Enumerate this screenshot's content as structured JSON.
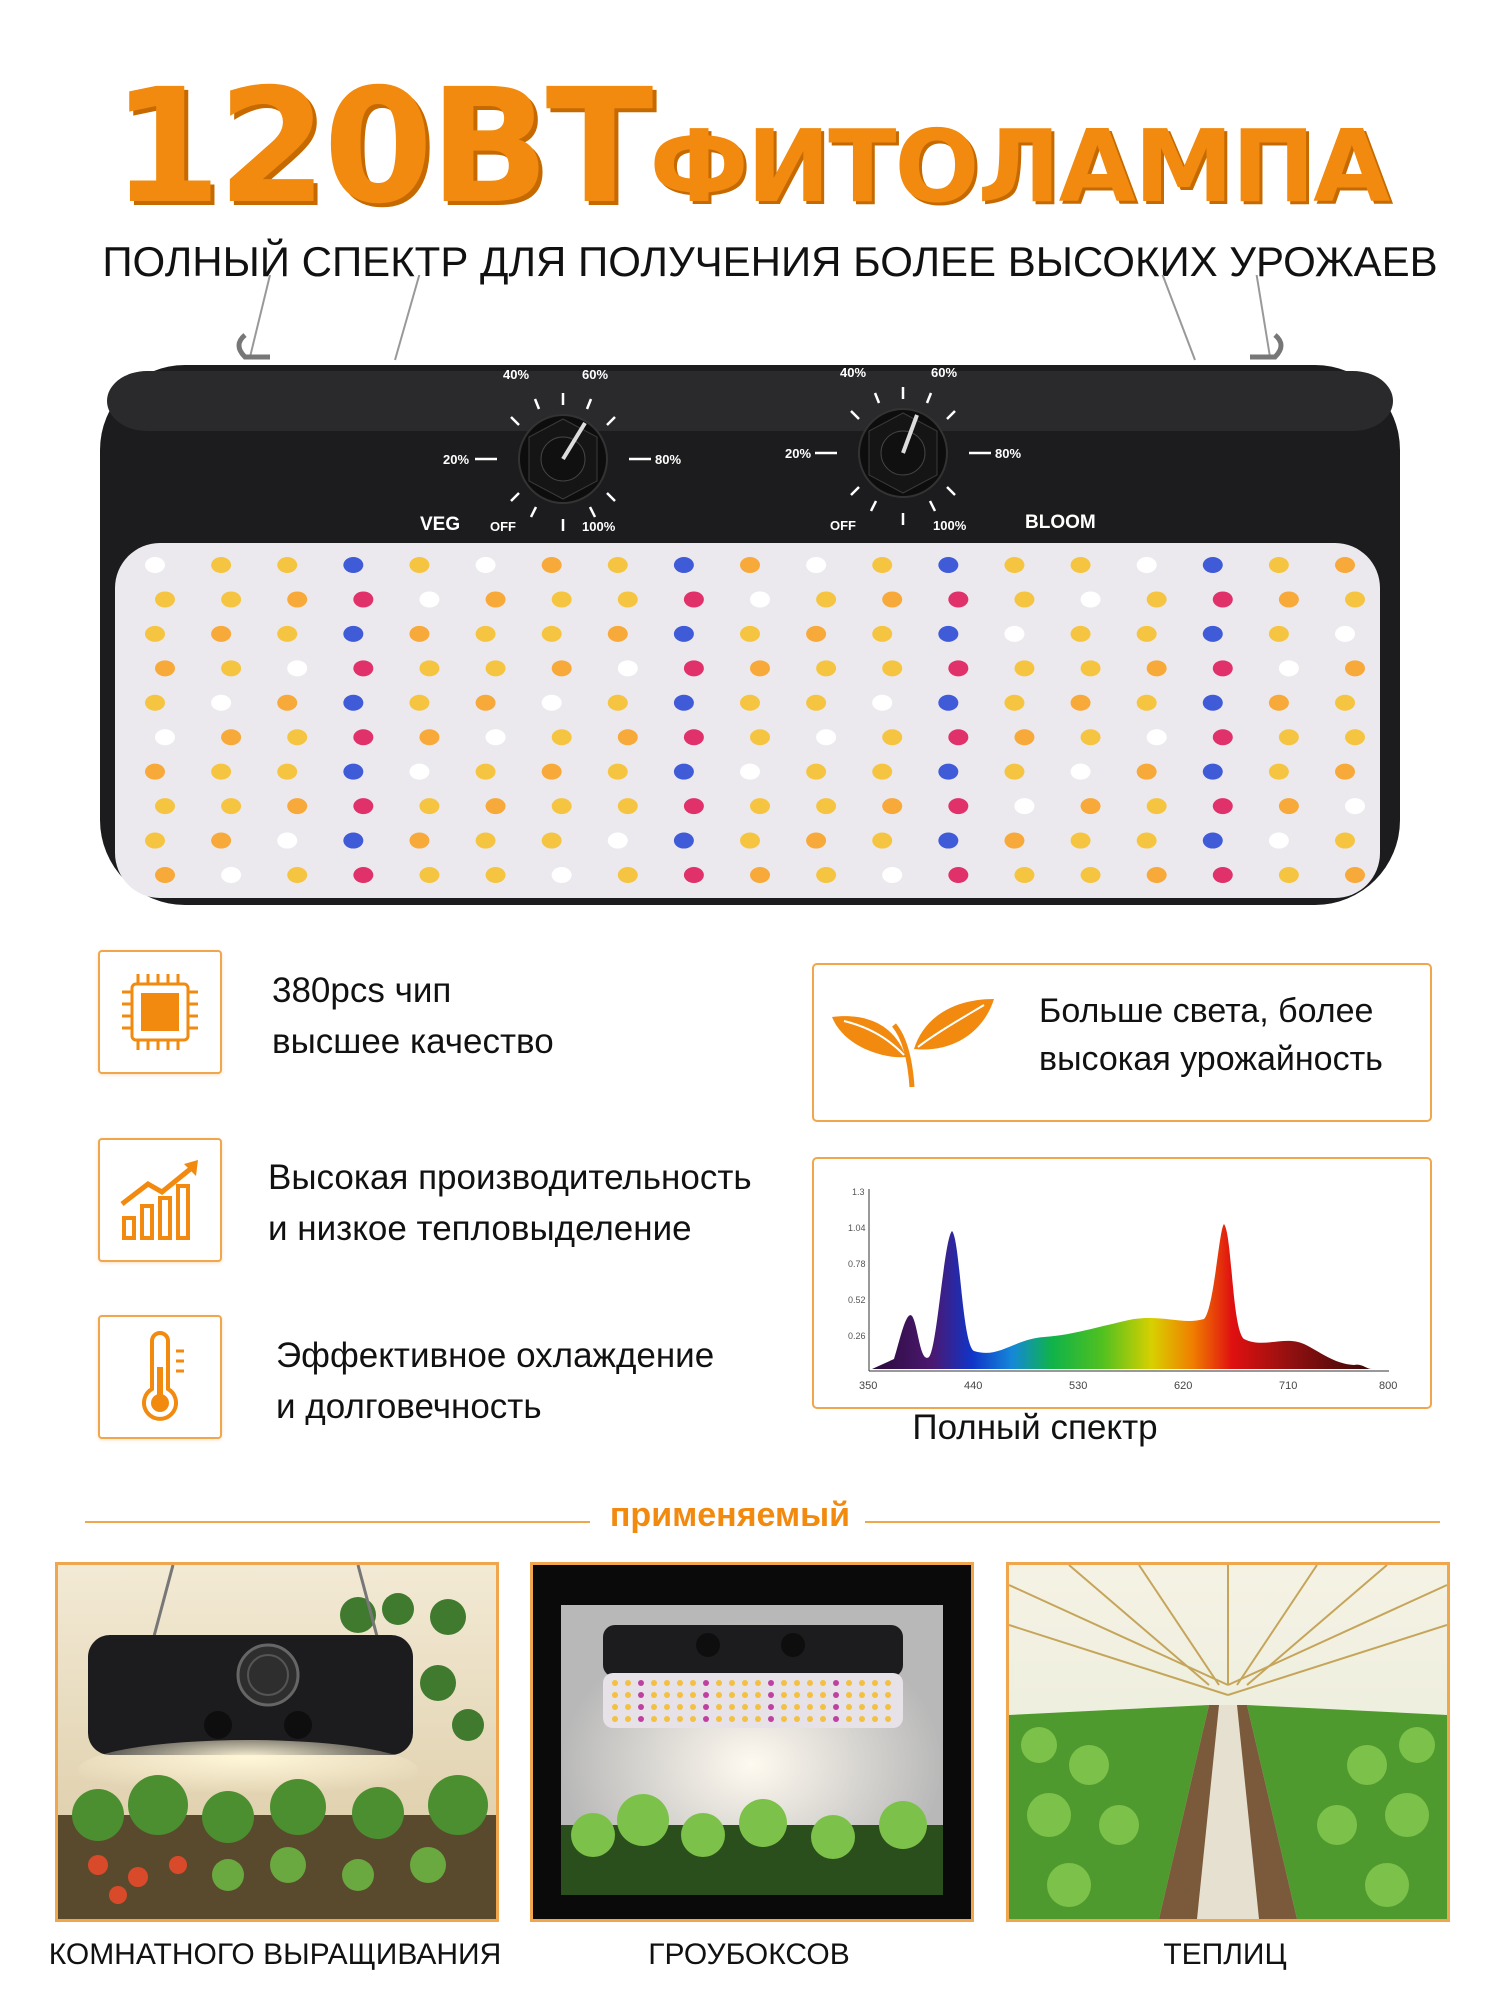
{
  "header": {
    "title_big": "120ВТ",
    "title_small": "ФИТОЛАМПА",
    "subtitle": "ПОЛНЫЙ СПЕКТР ДЛЯ ПОЛУЧЕНИЯ БОЛЕЕ ВЫСОКИХ УРОЖАЕВ"
  },
  "lamp": {
    "left_knob_label": "VEG",
    "right_knob_label": "BLOOM",
    "dial_marks": [
      "OFF",
      "20%",
      "40%",
      "60%",
      "80%",
      "100%"
    ]
  },
  "features": [
    {
      "icon": "chip-icon",
      "line1": "380pcs чип",
      "line2": "высшее качество"
    },
    {
      "icon": "growth-chart-icon",
      "line1": "Высокая производительность",
      "line2": "и низкое тепловыделение"
    },
    {
      "icon": "thermometer-icon",
      "line1": "Эффективное охлаждение",
      "line2": "и долговечность"
    }
  ],
  "benefit": {
    "icon": "leaf-icon",
    "line1": "Больше света, более",
    "line2": "высокая урожайность"
  },
  "spectrum": {
    "caption": "Полный спектр",
    "x_ticks": [
      "350",
      "440",
      "530",
      "620",
      "710",
      "800"
    ],
    "y_ticks": [
      "1.3",
      "1.04",
      "0.78",
      "0.52",
      "0.26"
    ]
  },
  "applied": {
    "heading": "применяемый",
    "items": [
      {
        "caption": "КОМНАТНОГО ВЫРАЩИВАНИЯ"
      },
      {
        "caption": "ГРОУБОКСОВ"
      },
      {
        "caption": "ТЕПЛИЦ"
      }
    ]
  },
  "colors": {
    "accent": "#f18a0f",
    "border": "#f0a64c",
    "lamp_body": "#1c1c1e"
  }
}
